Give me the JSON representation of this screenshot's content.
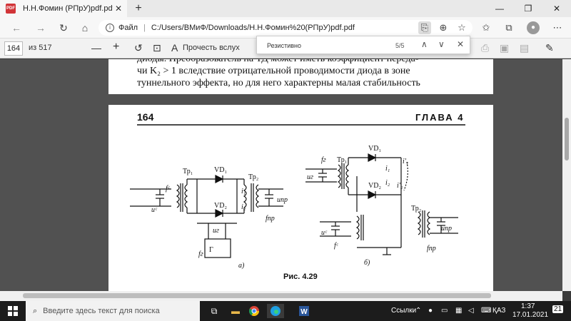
{
  "tab": {
    "title": "Н.Н.Фомин (РПрУ)pdf.pdf",
    "badge": "PDF"
  },
  "address": {
    "scheme": "Файл",
    "path": "C:/Users/ВМиФ/Downloads/Н.Н.Фомин%20(РПрУ)pdf.pdf"
  },
  "pdf_toolbar": {
    "page": "164",
    "of": "из 517",
    "read_aloud": "Прочесть вслух"
  },
  "find": {
    "query": "Резистивно",
    "count": "5/5"
  },
  "page_text": {
    "line1": "диоды. Преобразователь на ТД может иметь коэффициент переда-",
    "line2": "чи K₂ > 1 вследствие отрицательной проводимости диода в зоне",
    "line3": "туннельного эффекта, но для него характерны малая стабильность",
    "page_number": "164",
    "chapter": "ГЛАВА 4",
    "caption": "Рис. 4.29"
  },
  "circuit_labels": {
    "a": {
      "vd1": "VD₁",
      "vd2": "VD₂",
      "tr1": "Тр₁",
      "tr2": "Тр₂",
      "fc": "fᶜ",
      "uc": "uᶜ",
      "ur": "uг",
      "upr": "uпр",
      "fpr": "fпр",
      "fg": "fг",
      "i1": "i₁",
      "i2": "i₂",
      "gen": "Г",
      "tag": "а)"
    },
    "b": {
      "fg": "fг",
      "tr1": "Тр₁",
      "vd1": "VD₁",
      "vd2": "VD₂",
      "ur": "uг",
      "i1": "i₁",
      "i1p": "i'₁",
      "i2": "i₂",
      "i2p": "i'₂",
      "tr2": "Тр₂",
      "uc": "uᶜ",
      "upr": "uпр",
      "fc": "fᶜ",
      "fpr": "fпр",
      "tag": "б)"
    }
  },
  "taskbar": {
    "search_placeholder": "Введите здесь текст для поиска",
    "links": "Ссылки",
    "lang": "ҚАЗ",
    "time": "1:37",
    "date": "17.01.2021",
    "notif": "21"
  }
}
